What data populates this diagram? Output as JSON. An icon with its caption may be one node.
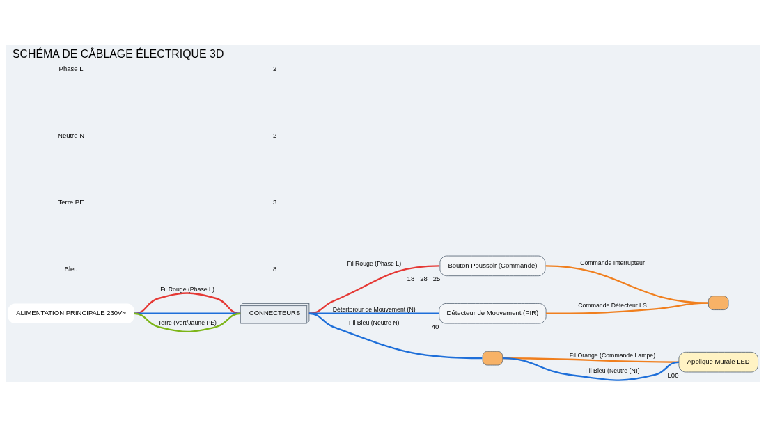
{
  "diagram": {
    "title": "SCHÉMA DE CÂBLAGE ÉLECTRIQUE 3D",
    "nodes": [
      {
        "text": [
          "ALIMENTATION PRINCIPALE 230V~"
        ]
      },
      {
        "text": [
          "CONNECTEURS"
        ]
      },
      {
        "text": [
          "Bouton Poussoir (Commande)"
        ],
        "beside": [
          "18",
          "28",
          "25"
        ]
      },
      {
        "text": [
          "Détecteur de Mouvement (PIR)"
        ],
        "beside": [
          "40"
        ]
      },
      {
        "text": [
          "Applique Murale LED"
        ],
        "beside": [
          "L00"
        ]
      },
      {
        "text": [],
        "shape": "box"
      },
      {
        "text": [],
        "shape": "box"
      }
    ],
    "edges": [
      {
        "from": 0,
        "to": 1,
        "arrow": "none",
        "label": "Fil Rouge (Phase L)",
        "color": "#e53935"
      },
      {
        "from": 0,
        "to": 1,
        "arrow": "none",
        "color": "#1e6fd9"
      },
      {
        "from": 0,
        "to": 1,
        "arrow": "none",
        "label": "Terre (Vert/Jaune PE)",
        "color": "#7cb518"
      },
      {
        "from": 1,
        "to": 2,
        "arrow": "none",
        "label": "Fil Rouge (Phase L)",
        "color": "#e53935"
      },
      {
        "from": 2,
        "to": 5,
        "arrow": "none",
        "label": "Commande Interrupteur",
        "color": "#f07f1e"
      },
      {
        "from": 3,
        "to": 5,
        "arrow": "none",
        "label": "Commande Détecteur LS",
        "color": "#f07f1e"
      },
      {
        "from": 1,
        "to": 3,
        "arrow": "none",
        "label": "Détertorour de Mouvement (N)",
        "color": "#1e6fd9"
      },
      {
        "from": 1,
        "to": 6,
        "arrow": "none",
        "label": "Fil Bleu (Neutre N)",
        "color": "#1e6fd9"
      },
      {
        "from": 6,
        "to": 4,
        "arrow": "none",
        "label": "Fil Orange (Commande Lampe)",
        "color": "#f07f1e"
      },
      {
        "from": 6,
        "to": 4,
        "arrow": "none",
        "label": "Fil Bleu (Neutre (N))",
        "color": "#1e6fd9"
      }
    ],
    "labels": [
      "Phase L",
      "Neutre N",
      "Terre PE",
      "Bleu",
      "2",
      "2",
      "3",
      "8"
    ]
  }
}
